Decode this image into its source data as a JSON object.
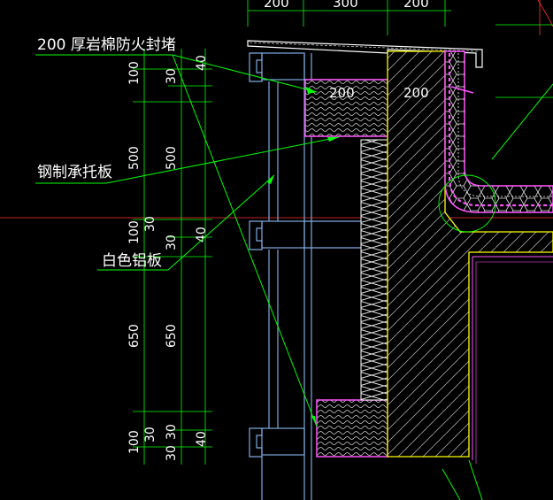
{
  "colors": {
    "background": "#000000",
    "leader": "#00ff00",
    "dimension": "#00ff00",
    "annotation_text": "#ffffff",
    "aluminum_outline": "#7fa9e0",
    "insulation": "#ff55ff",
    "concrete_edge": "#ffff00",
    "red_axis": "#ff3030",
    "hatch": "#c8c8c8"
  },
  "labels": {
    "fire_seal": "200  厚岩棉防火封堵",
    "steel_bracket": "钢制承托板",
    "white_aluminum": "白色铝板",
    "inner_200_a": "200",
    "inner_200_b": "200"
  },
  "top_dims": [
    "200",
    "300",
    "200"
  ],
  "left_dims_outer": [
    "100",
    "500",
    "100",
    "650",
    "100"
  ],
  "left_dims_mid": [
    "30",
    "500",
    "30",
    "650",
    "30"
  ],
  "left_dims_inner": [
    "40",
    "40",
    "40",
    "30",
    "30",
    "30"
  ]
}
